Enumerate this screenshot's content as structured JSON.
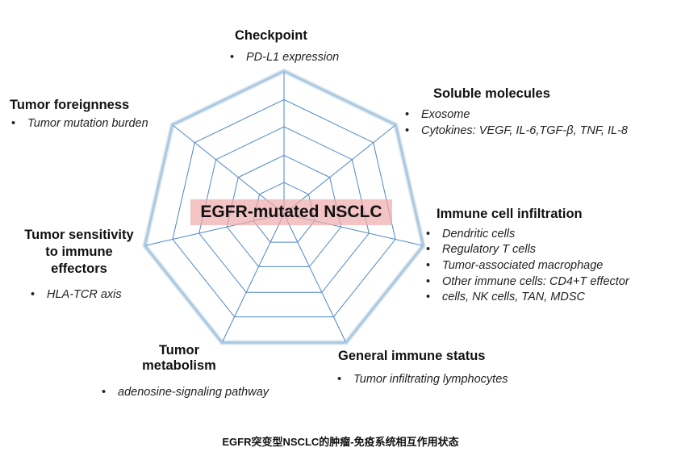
{
  "center_label": "EGFR-mutated NSCLC",
  "caption": "EGFR突变型NSCLC的肿瘤-免疫系统相互作用状态",
  "colors": {
    "grid": "#4f86c6",
    "outer": "#a9c6dd",
    "center_bg": "#f0aaaa"
  },
  "axes": [
    {
      "title": "Checkpoint",
      "items": [
        "PD-L1 expression"
      ]
    },
    {
      "title": "Soluble molecules",
      "items": [
        "Exosome",
        "Cytokines: VEGF, IL-6,TGF-β, TNF, IL-8"
      ]
    },
    {
      "title": "Immune cell infiltration",
      "items": [
        "Dendritic cells",
        "Regulatory T cells",
        "Tumor-associated macrophage",
        "Other immune cells: CD4+T effector",
        "cells, NK cells, TAN, MDSC"
      ]
    },
    {
      "title": "General immune status",
      "items": [
        "Tumor infiltrating lymphocytes"
      ]
    },
    {
      "title_lines": [
        "Tumor",
        "metabolism"
      ],
      "items": [
        "adenosine-signaling pathway"
      ]
    },
    {
      "title_lines": [
        "Tumor sensitivity",
        "to immune",
        "effectors"
      ],
      "items": [
        "HLA-TCR axis"
      ]
    },
    {
      "title": "Tumor foreignness",
      "items": [
        "Tumor mutation burden"
      ]
    }
  ]
}
